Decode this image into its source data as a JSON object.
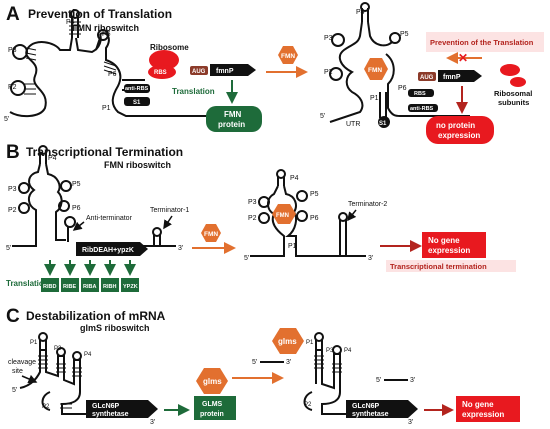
{
  "panels": {
    "a": {
      "letter": "A",
      "title": "Prevention of Translation",
      "subtitle": "FMN riboswitch",
      "stems": [
        "P4",
        "P5",
        "P3",
        "P2",
        "P6",
        "P1"
      ],
      "five_prime": "5'",
      "ribosome": "Ribosome",
      "rbs": "RBS",
      "aug": "AUG",
      "gene": "fmnP",
      "anti_rbs": "anti-RBS",
      "s1": "S1",
      "translation": "Translation",
      "protein": [
        "FMN",
        "protein"
      ],
      "ligand": "FMN",
      "right_stems": [
        "P4",
        "P5",
        "P3",
        "P2",
        "P6"
      ],
      "right_ligand": "FMN",
      "prevention_label": "Prevention of the Translation",
      "right_aug": "AUG",
      "right_gene": "fmnP",
      "right_rbs": "RBS",
      "right_anti_rbs": "anti-RBS",
      "utr": "UTR",
      "right_p1": "P1",
      "right_s1": "S1",
      "right_five_prime": "5'",
      "subunits": [
        "Ribosomal",
        "subunits"
      ],
      "no_protein": [
        "no protein",
        "expression"
      ]
    },
    "b": {
      "letter": "B",
      "title": "Transcriptional Termination",
      "subtitle": "FMN riboswitch",
      "stems": [
        "P4",
        "P3",
        "P5",
        "P2",
        "P6"
      ],
      "anti_terminator": "Anti-terminator",
      "terminator1": "Terminator-1",
      "five_prime": "5'",
      "three_prime": "3'",
      "operon": "RibDEAH+ypzK",
      "translation": "Translation",
      "genes": [
        "RIBD",
        "RIBE",
        "RIBA",
        "RIBH",
        "YPZK"
      ],
      "ligand": "FMN",
      "right_stems": [
        "P4",
        "P3",
        "P5",
        "P2",
        "P6",
        "P1"
      ],
      "right_ligand": "FMN",
      "terminator2": "Terminator-2",
      "right_five_prime": "5'",
      "right_three_prime": "3'",
      "no_gene": [
        "No gene",
        "expression"
      ],
      "termination": "Transcriptional termination"
    },
    "c": {
      "letter": "C",
      "title": "Destabilization of mRNA",
      "subtitle": "glmS riboswitch",
      "stems": [
        "P1",
        "P3",
        "P4",
        "P2"
      ],
      "cleavage": [
        "cleavage",
        "site"
      ],
      "five_prime": "5'",
      "three_prime": "3'",
      "gene": [
        "GLcN6P",
        "synthetase"
      ],
      "ligand": "glms",
      "glms_protein": [
        "GLMS",
        "protein"
      ],
      "right_ligand": "glms",
      "right_stems": [
        "P1",
        "P3",
        "P4",
        "P2"
      ],
      "frag_five": "5'",
      "frag_three": "3'",
      "cut_five": "5'",
      "cut_three": "3'",
      "right_gene": [
        "GLcN6P",
        "synthetase"
      ],
      "right_three_prime": "3'",
      "no_gene": [
        "No gene",
        "expression"
      ]
    }
  },
  "colors": {
    "orange": "#E2702F",
    "green": "#1E6B3A",
    "red": "#E8191F",
    "dark_red": "#B3241E",
    "pink": "#FCE3E3",
    "black": "#111111",
    "brown": "#8C3B2A",
    "gray": "#555555"
  }
}
